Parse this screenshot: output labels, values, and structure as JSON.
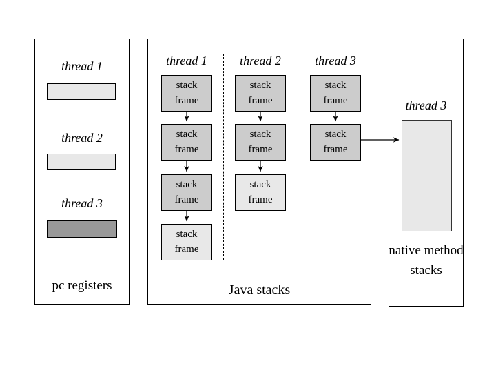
{
  "colors": {
    "ink": "#000000",
    "frame_fill": "#cccccc",
    "frame_fill_light": "#e8e8e8",
    "register_dark": "#999999",
    "background": "#ffffff"
  },
  "pc_registers_panel": {
    "label": "pc registers",
    "threads": [
      {
        "label": "thread 1",
        "register_shade": "light"
      },
      {
        "label": "thread 2",
        "register_shade": "light"
      },
      {
        "label": "thread 3",
        "register_shade": "dark"
      }
    ]
  },
  "java_stacks_panel": {
    "label": "Java stacks",
    "columns": [
      {
        "header": "thread 1",
        "frames": [
          {
            "label": "stack frame",
            "shade": "gray"
          },
          {
            "label": "stack frame",
            "shade": "gray"
          },
          {
            "label": "stack frame",
            "shade": "gray"
          },
          {
            "label": "stack frame",
            "shade": "light"
          }
        ]
      },
      {
        "header": "thread 2",
        "frames": [
          {
            "label": "stack frame",
            "shade": "gray"
          },
          {
            "label": "stack frame",
            "shade": "gray"
          },
          {
            "label": "stack frame",
            "shade": "light"
          }
        ]
      },
      {
        "header": "thread 3",
        "frames": [
          {
            "label": "stack frame",
            "shade": "gray"
          },
          {
            "label": "stack frame",
            "shade": "gray"
          }
        ]
      }
    ]
  },
  "native_method_stacks_panel": {
    "thread_label": "thread 3",
    "label": "native method stacks"
  }
}
